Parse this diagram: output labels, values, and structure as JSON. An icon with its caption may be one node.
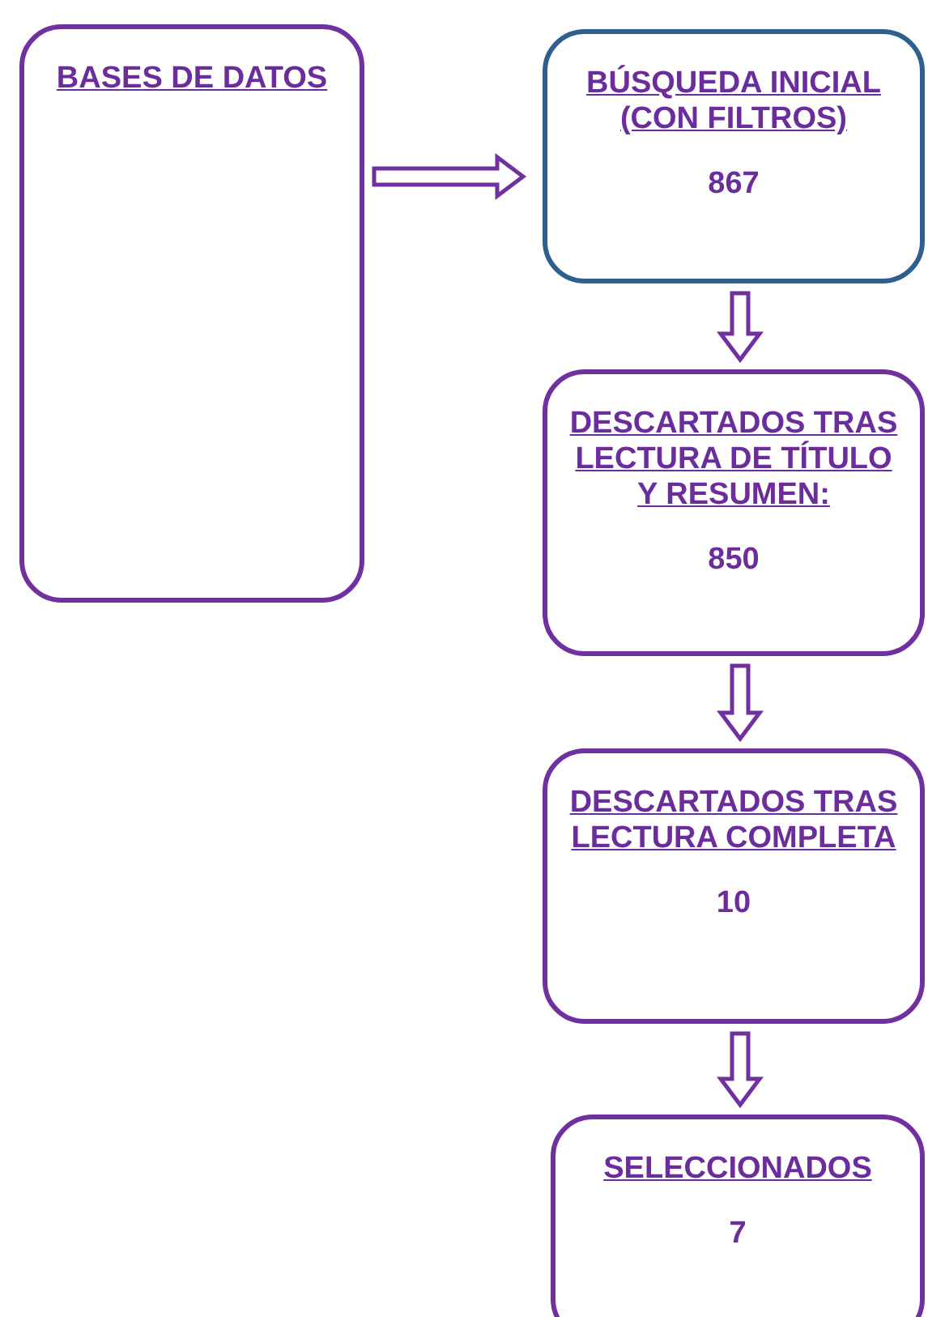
{
  "diagram": {
    "nodes": [
      {
        "text": [
          "BASES DE DATOS"
        ]
      },
      {
        "text": [
          "BÚSQUEDA INICIAL (CON FILTROS)",
          "867"
        ]
      },
      {
        "text": [
          "DESCARTADOS TRAS LECTURA DE TÍTULO Y RESUMEN:",
          "850"
        ]
      },
      {
        "text": [
          "DESCARTADOS TRAS LECTURA COMPLETA",
          "10"
        ]
      },
      {
        "text": [
          "SELECCIONADOS",
          "7"
        ]
      }
    ],
    "edges": [
      {
        "from": 0,
        "to": 1,
        "arrow": "to"
      },
      {
        "from": 1,
        "to": 2,
        "arrow": "to"
      },
      {
        "from": 2,
        "to": 3,
        "arrow": "to"
      },
      {
        "from": 3,
        "to": 4,
        "arrow": "to"
      }
    ]
  }
}
